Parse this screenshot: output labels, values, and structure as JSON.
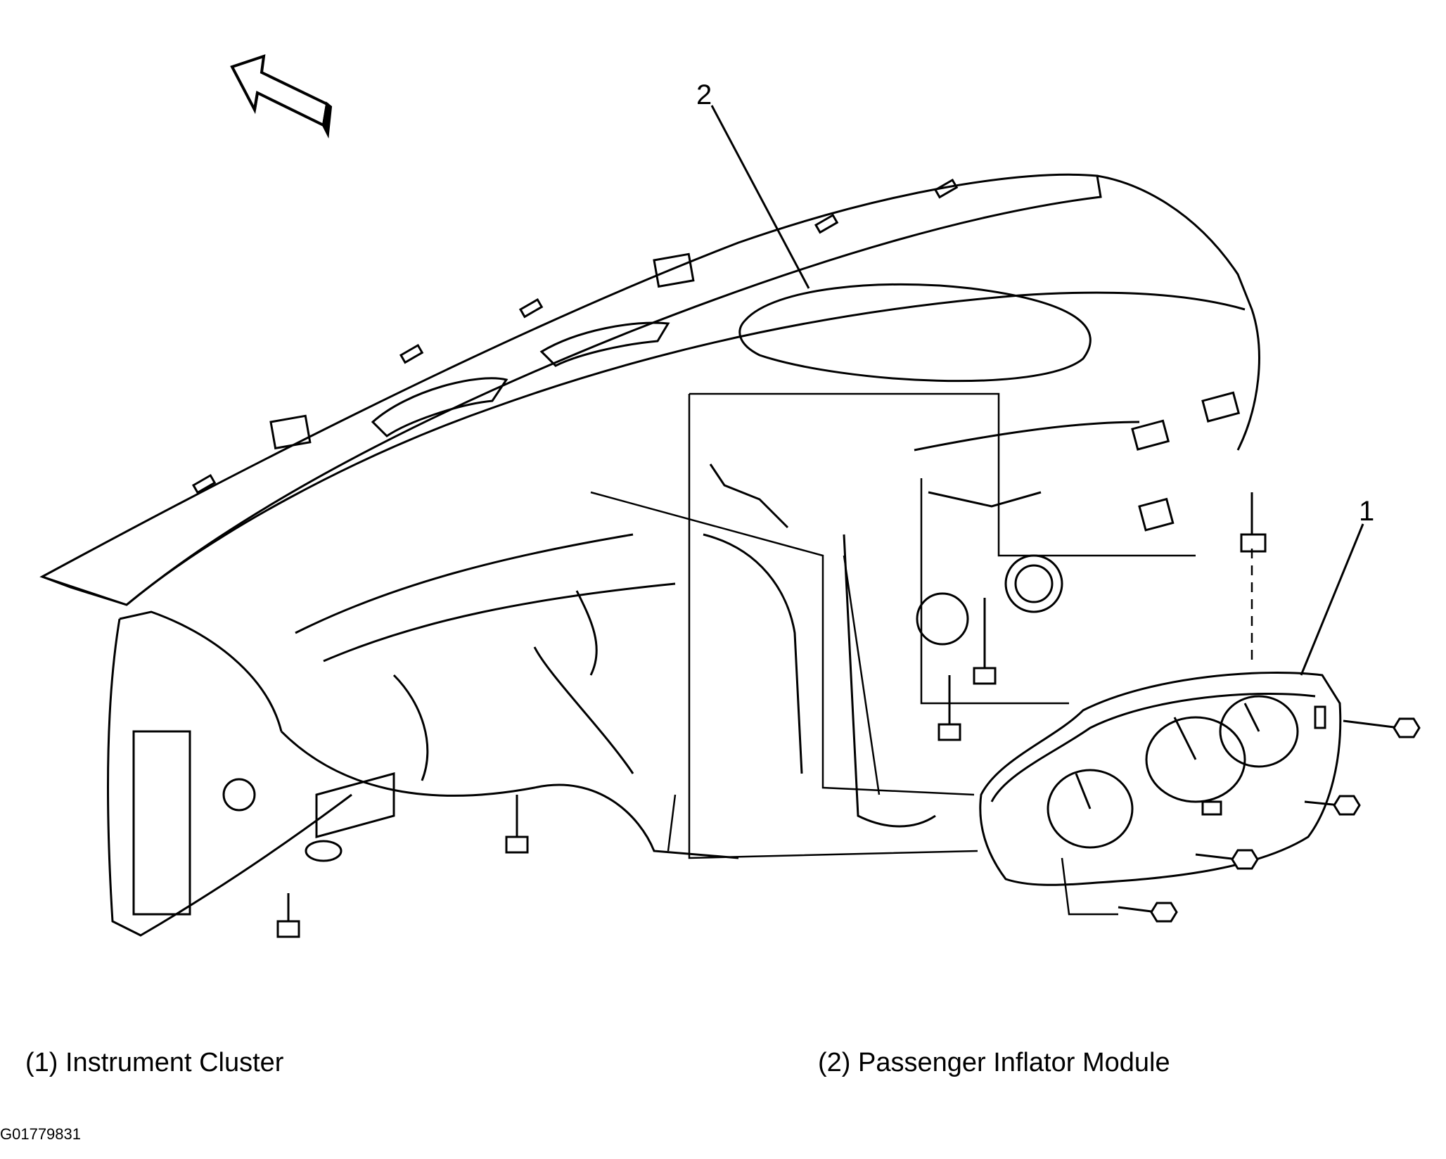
{
  "callouts": [
    {
      "number": "1"
    },
    {
      "number": "2"
    }
  ],
  "legend": [
    {
      "label": "(1)   Instrument Cluster"
    },
    {
      "label": "(2)   Passenger Inflator Module"
    }
  ],
  "figure_id": "G01779831",
  "colors": {
    "line": "#000000",
    "background": "#ffffff"
  }
}
